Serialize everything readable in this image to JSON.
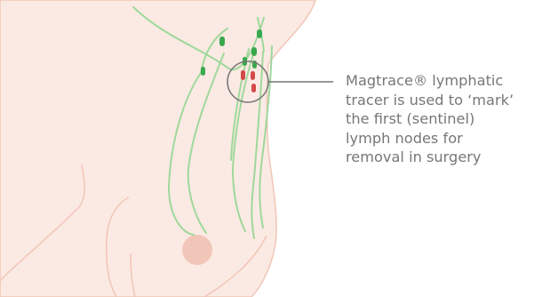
{
  "caption": {
    "lines": [
      "Magtrace® lymphatic",
      "tracer is used to ‘mark’",
      "the first (sentinel)",
      "lymph nodes for",
      "removal in surgery"
    ]
  },
  "colors": {
    "background": "#ffffff",
    "skin": "#fbeae3",
    "skin_outline": "#f0c6b6",
    "areola": "#f1c6b9",
    "vessel_light": "#9fd89b",
    "vessel_dark": "#7cc47a",
    "lymph_node": "#3aa84c",
    "marked_node": "#d24a4a",
    "callout_line": "#777777",
    "caption_text": "#777777"
  },
  "icons": {
    "callout_circle": "magnifier-circle-outline"
  }
}
